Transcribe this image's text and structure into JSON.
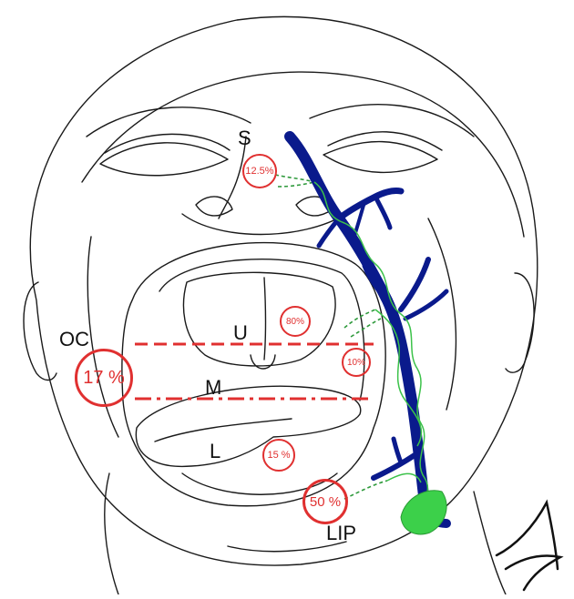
{
  "labels": {
    "S": "S",
    "OC": "OC",
    "U": "U",
    "M": "M",
    "L": "L",
    "LIP": "LIP"
  },
  "percentages": {
    "sinus": "12.5%",
    "upper": "80%",
    "middle": "10%",
    "oral_cavity": "17 %",
    "lower": "15 %",
    "lip": "50 %"
  },
  "colors": {
    "line": "#1a1a1a",
    "vein": "#0a1a8c",
    "lymph": "#3cc24a",
    "node": "#3cd04a",
    "highlight": "#e03030"
  },
  "icons": {
    "signature": "signature-mark"
  }
}
